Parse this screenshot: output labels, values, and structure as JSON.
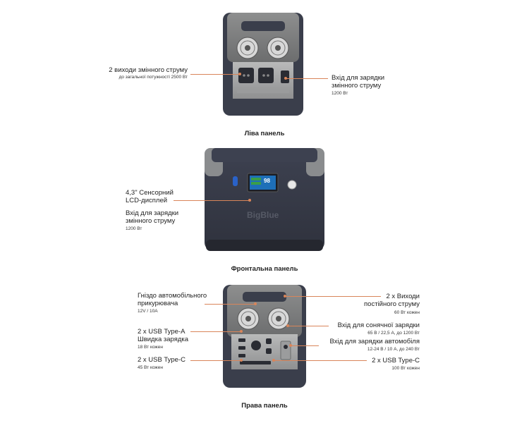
{
  "panels": {
    "left": {
      "caption": "Ліва панель",
      "ac_outputs": {
        "title_lines": [
          "2 виходи змінного струму"
        ],
        "detail": "до загальної потужності 2500 Вт"
      },
      "ac_input": {
        "title_lines": [
          "Вхід для зарядки",
          "змінного струму"
        ],
        "detail": "1200 Вт"
      }
    },
    "front": {
      "caption": "Фронтальна панель",
      "lcd": {
        "title_lines": [
          "4,3\" Сенсорний",
          "LCD-дисплей"
        ]
      },
      "ac_input": {
        "title_lines": [
          "Вхід для зарядки",
          "змінного струму"
        ],
        "detail": "1200 Вт"
      },
      "brand": "BigBlue",
      "display_value": "98"
    },
    "right": {
      "caption": "Права панель",
      "car_socket": {
        "title_lines": [
          "Гніздо автомобільного",
          "прикурювача"
        ],
        "detail": "12V / 10A"
      },
      "usb_a": {
        "title_lines": [
          "2 x USB Type-A",
          "Швидка зарядка"
        ],
        "detail": "18 Вт кожен"
      },
      "usb_c_left": {
        "title_lines": [
          "2 x USB Type-C"
        ],
        "detail": "45 Вт кожен"
      },
      "dc_outputs": {
        "title_lines": [
          "2 x Виходи",
          "постійного струму"
        ],
        "detail": "60 Вт кожен"
      },
      "solar_input": {
        "title_lines": [
          "Вхід для сонячної зарядки"
        ],
        "detail": "65 В / 22,5 А, до 1200 Вт"
      },
      "car_input": {
        "title_lines": [
          "Вхід для зарядки автомобіля"
        ],
        "detail": "12-24 В / 10 А, до 240 Вт"
      },
      "usb_c_right": {
        "title_lines": [
          "2 x USB Type-C"
        ],
        "detail": "100 Вт кожен"
      }
    }
  },
  "colors": {
    "accent_line": "#d9855a",
    "body_dark": "#3a3e4b",
    "body_grey": "#8a8c8e",
    "panel_light": "#a7a8a8"
  }
}
